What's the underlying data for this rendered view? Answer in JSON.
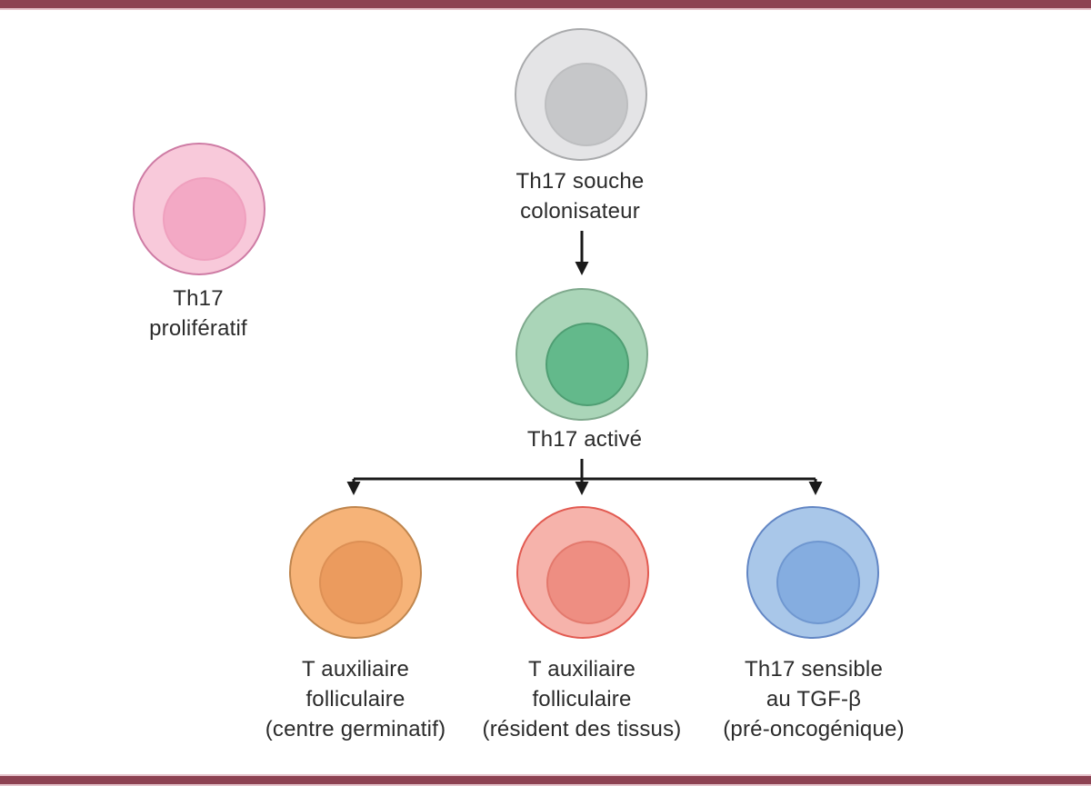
{
  "figure": {
    "colors": {
      "background": "#ffffff",
      "accent_bar": "#8d4252",
      "accent_bar_edge": "#e6c4cc",
      "arrow": "#1a1a1a",
      "text": "#2b2b2b"
    },
    "cells": [
      {
        "name": "th17-souche-colonisateur",
        "label_lines": [
          "Th17 souche",
          "colonisateur"
        ],
        "colors": {
          "outer": "#e4e4e6",
          "nucleus": "#c6c7c9",
          "outer_border": "#a9aaac",
          "nucleus_border": "#bdbec0"
        }
      },
      {
        "name": "th17-proliferatif",
        "label_lines": [
          "Th17",
          "prolifératif"
        ],
        "colors": {
          "outer": "#f8c9da",
          "nucleus": "#f3a9c5",
          "outer_border": "#ce7ba4",
          "nucleus_border": "#efa0be"
        }
      },
      {
        "name": "th17-active",
        "label_lines": [
          "Th17 activé"
        ],
        "colors": {
          "outer": "#aad5b8",
          "nucleus": "#63b98b",
          "outer_border": "#7fa98d",
          "nucleus_border": "#4f9e73"
        }
      },
      {
        "name": "t-auxiliaire-folliculaire-centre-germinatif",
        "label_lines": [
          "T auxiliaire",
          "folliculaire",
          "(centre germinatif)"
        ],
        "colors": {
          "outer": "#f6b378",
          "nucleus": "#eb9b5e",
          "outer_border": "#bf854d",
          "nucleus_border": "#dd9055"
        }
      },
      {
        "name": "t-auxiliaire-folliculaire-resident-des-tissus",
        "label_lines": [
          "T auxiliaire",
          "folliculaire",
          "(résident des tissus)"
        ],
        "colors": {
          "outer": "#f6b3ab",
          "nucleus": "#ee8e82",
          "outer_border": "#e25a51",
          "nucleus_border": "#e3796d"
        }
      },
      {
        "name": "th17-sensible-tgf-beta",
        "label_lines": [
          "Th17 sensible",
          "au TGF-β",
          "(pré-oncogénique)"
        ],
        "colors": {
          "outer": "#a9c7e9",
          "nucleus": "#85ade0",
          "outer_border": "#6286c4",
          "nucleus_border": "#6f97d0"
        }
      }
    ]
  }
}
